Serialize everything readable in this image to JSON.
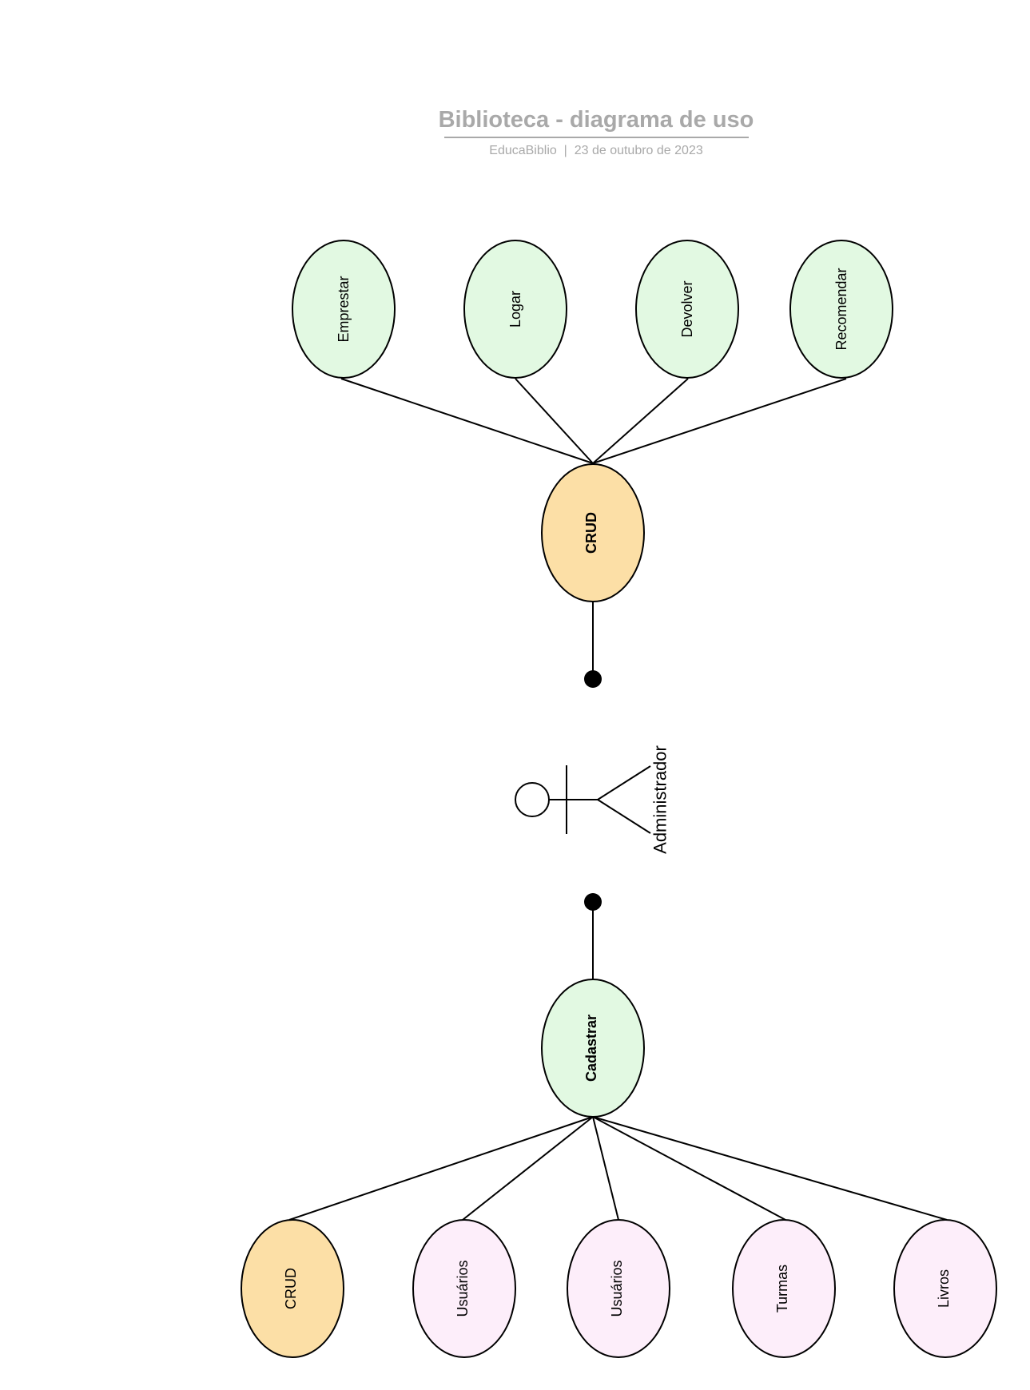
{
  "header": {
    "title": "Biblioteca - diagrama de uso",
    "subtitle": "EducaBiblio  |  23 de outubro de 2023"
  },
  "colors": {
    "green": "#e2f9e2",
    "orange": "#fcdfa6",
    "pink": "#fdeefa",
    "stroke": "#000000",
    "header": "#a9a9a9"
  },
  "diagram": {
    "top_use_cases": [
      {
        "label": "Emprestar",
        "color": "green"
      },
      {
        "label": "Logar",
        "color": "green"
      },
      {
        "label": "Devolver",
        "color": "green"
      },
      {
        "label": "Recomendar",
        "color": "green"
      }
    ],
    "upper_hub": {
      "label": "CRUD",
      "color": "orange"
    },
    "actor": {
      "label": "Administrador"
    },
    "lower_hub": {
      "label": "Cadastrar",
      "color": "green"
    },
    "bottom_use_cases": [
      {
        "label": "CRUD",
        "color": "orange"
      },
      {
        "label": "Usuários",
        "color": "pink"
      },
      {
        "label": "Usuários",
        "color": "pink"
      },
      {
        "label": "Turmas",
        "color": "pink"
      },
      {
        "label": "Livros",
        "color": "pink"
      }
    ]
  }
}
